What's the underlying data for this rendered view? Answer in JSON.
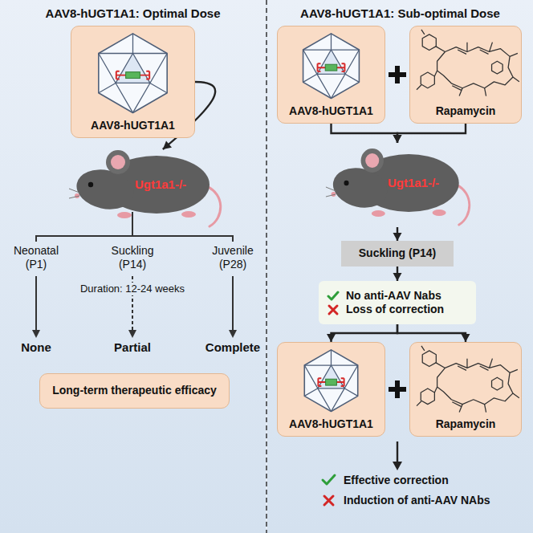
{
  "diagram": {
    "nodes": [
      {
        "text": [
          "AAV8-hUGT1A1"
        ]
      },
      {
        "text": [
          "Ugt1a1-/-"
        ]
      },
      {
        "text": [
          "Long-term therapeutic efficacy"
        ]
      },
      {
        "text": [
          "AAV8-hUGT1A1"
        ]
      },
      {
        "text": [
          "Rapamycin"
        ]
      },
      {
        "text": [
          "Ugt1a1-/-"
        ]
      },
      {
        "text": [
          "Suckling (P14)"
        ]
      },
      {
        "text": [
          "No anti-AAV Nabs",
          "Loss of correction"
        ]
      },
      {
        "text": [
          "AAV8-hUGT1A1"
        ]
      },
      {
        "text": [
          "Rapamycin"
        ]
      }
    ],
    "edges": [
      {
        "from": 0,
        "to": 1,
        "arrow": "to"
      },
      {
        "from": 3,
        "to": 5,
        "arrow": "to"
      },
      {
        "from": 4,
        "to": 5,
        "arrow": "to"
      },
      {
        "from": 5,
        "to": 6,
        "arrow": "to"
      },
      {
        "from": 6,
        "to": 7,
        "arrow": "to"
      },
      {
        "from": 7,
        "to": 8,
        "arrow": "to"
      },
      {
        "from": 7,
        "to": 9,
        "arrow": "to"
      }
    ],
    "labels": [
      "AAV8-hUGT1A1: Optimal Dose",
      "Neonatal (P1)",
      "Suckling (P14)",
      "Juvenile (P28)",
      "Duration: 12-24 weeks",
      "None",
      "Partial",
      "Complete",
      "AAV8-hUGT1A1: Sub-optimal Dose",
      "Effective correction",
      "Induction of anti-AAV NAbs"
    ]
  }
}
